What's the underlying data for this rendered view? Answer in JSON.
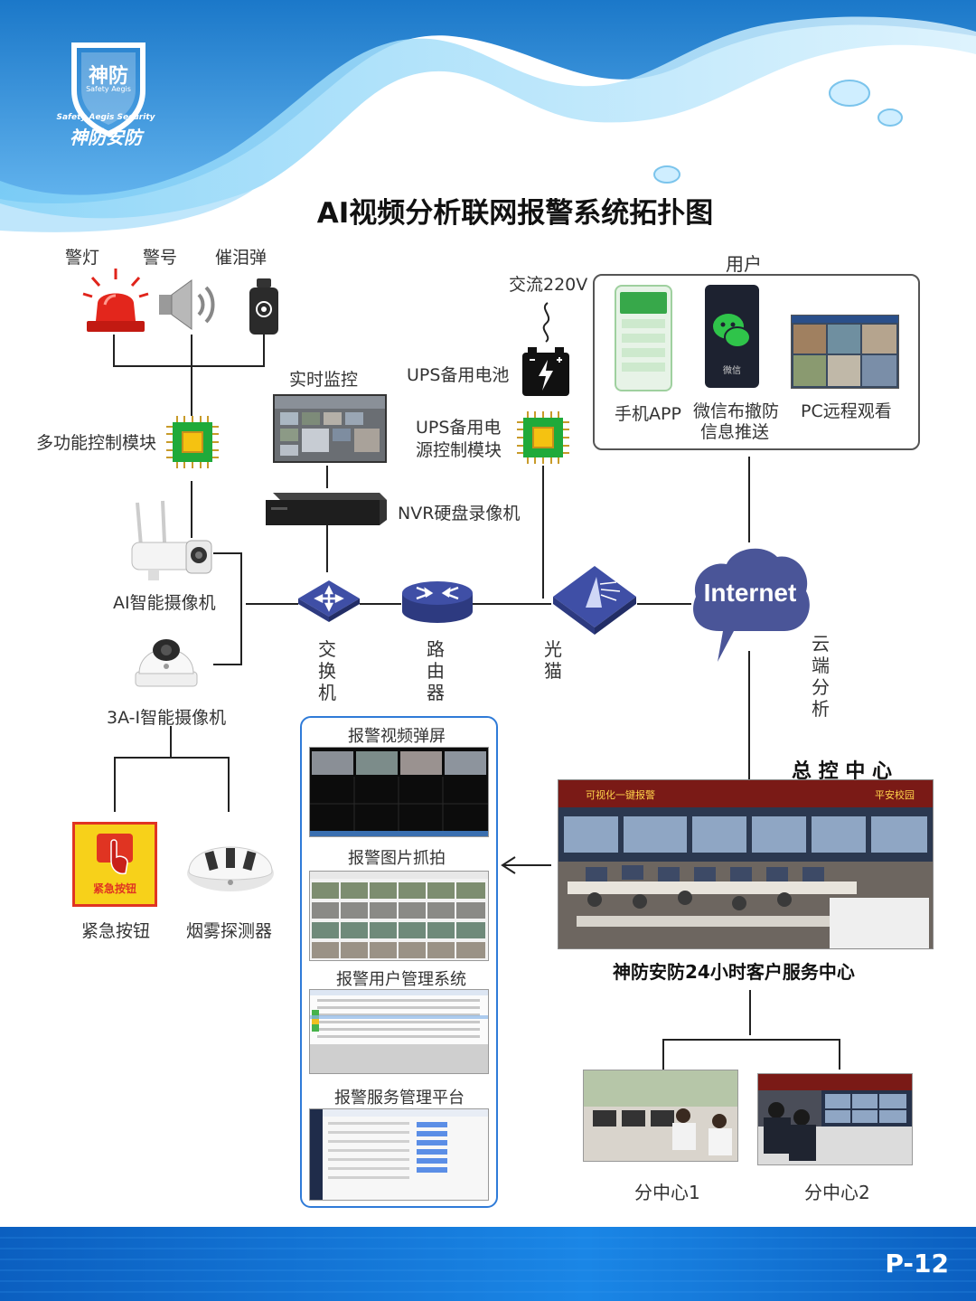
{
  "header": {
    "brand_cn": "神防安防",
    "brand_en": "Safety Aegis Security",
    "shield_text": "神防",
    "shield_sub": "Safety Aegis",
    "title": "AI视频分析联网报警系统拓扑图"
  },
  "devices": {
    "warning_light": "警灯",
    "horn": "警号",
    "tear_gas": "催泪弹",
    "control_module": "多功能控制模块",
    "ai_camera": "AI智能摄像机",
    "dome_camera": "3A-I智能摄像机",
    "emergency_button": "紧急按钮",
    "emergency_button_face": "紧急按钮",
    "smoke_detector": "烟雾探测器",
    "live_monitor": "实时监控",
    "nvr": "NVR硬盘录像机",
    "ac_power": "交流220V",
    "ups_battery": "UPS备用电池",
    "ups_module_line1": "UPS备用电",
    "ups_module_line2": "源控制模块"
  },
  "network": {
    "switch_chars": [
      "交",
      "换",
      "机"
    ],
    "router_chars": [
      "路",
      "由",
      "器"
    ],
    "modem_chars": [
      "光",
      "猫"
    ],
    "internet": "Internet",
    "cloud_chars": [
      "云",
      "端",
      "分",
      "析"
    ]
  },
  "users": {
    "title": "用户",
    "items": [
      {
        "label": "手机APP"
      },
      {
        "label_line1": "微信布撤防",
        "label_line2": "信息推送",
        "screen_text": "微信"
      },
      {
        "label": "PC远程观看"
      }
    ]
  },
  "platform": {
    "items": [
      "报警视频弹屏",
      "报警图片抓拍",
      "报警用户管理系统",
      "报警服务管理平台"
    ]
  },
  "center": {
    "title": "总 控 中 心",
    "caption": "神防安防24小时客户服务中心",
    "banner_segments": [
      "可视化一键报警",
      "平安校园"
    ],
    "branches": [
      "分中心1",
      "分中心2"
    ]
  },
  "footer": {
    "page": "P-12"
  },
  "colors": {
    "brand_blue": "#1565c0",
    "footer_blue": "#0d6fd6",
    "cloud_navy": "#4a5598",
    "device_navy": "#3f4fa6",
    "chip_green": "#1faa3a",
    "chip_yellow": "#f5c211",
    "panel_border": "#2f7bd8"
  }
}
